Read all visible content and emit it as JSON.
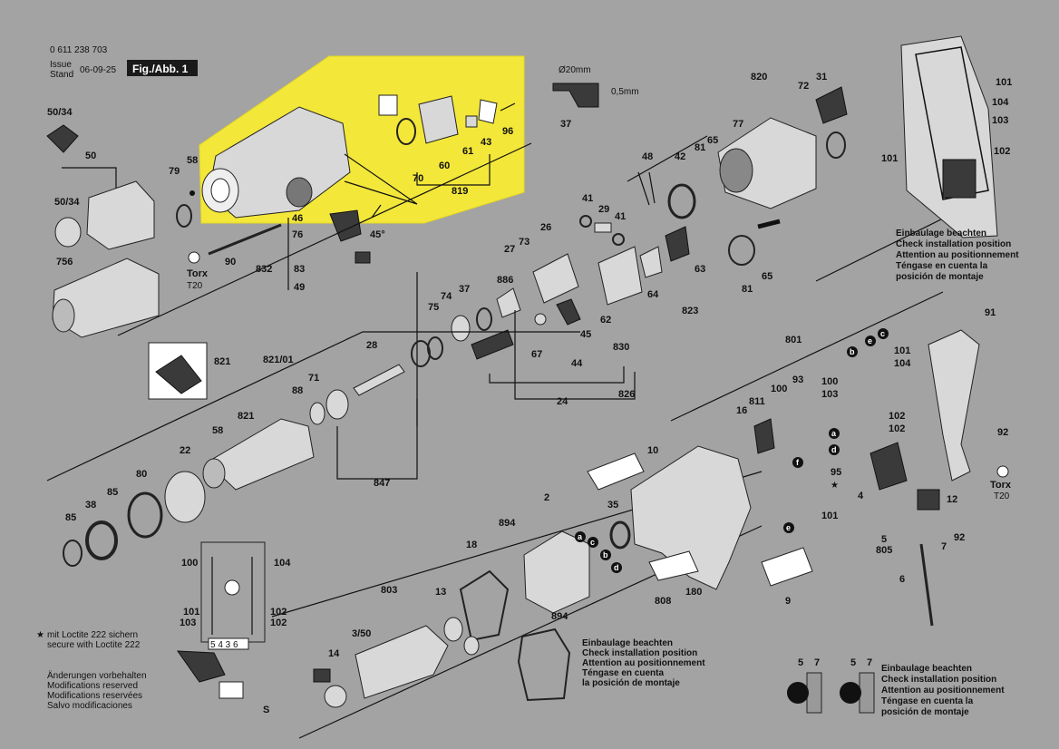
{
  "header": {
    "part_number": "0 611 238 703",
    "issue_label": "Issue",
    "stand_label": "Stand",
    "date": "06-09-25",
    "figure_label": "Fig./Abb. 1"
  },
  "footnotes": {
    "loctite_de": "mit Loctite 222 sichern",
    "loctite_en": "secure with Loctite 222",
    "changes": [
      "Änderungen vorbehalten",
      "Modifications reserved",
      "Modifications reservées",
      "Salvo modificaciones"
    ]
  },
  "install_note": [
    "Einbaulage beachten",
    "Check installation position",
    "Attention au positionnement",
    "Téngase en cuenta",
    "la posición de montaje"
  ],
  "install_note_b": [
    "Einbaulage beachten",
    "Check installation position",
    "Attention au positionnement",
    "Téngase en cuenta la",
    "posición de montaje"
  ],
  "dims": {
    "diameter": "Ø20mm",
    "thickness": "0,5mm"
  },
  "torx": {
    "label": "Torx",
    "size": "T20"
  },
  "angle": "45°",
  "callouts": {
    "c50_34a": "50/34",
    "c50": "50",
    "c50_34b": "50/34",
    "c756": "756",
    "c79": "79",
    "c58a": "58",
    "c90": "90",
    "c46": "46",
    "c76": "76",
    "c832": "832",
    "c83": "83",
    "c49": "49",
    "c70": "70",
    "c60": "60",
    "c61": "61",
    "c43": "43",
    "c96": "96",
    "c819": "819",
    "c37": "37",
    "c820": "820",
    "c31": "31",
    "c72": "72",
    "c77": "77",
    "c81a": "81",
    "c65a": "65",
    "c42": "42",
    "c48": "48",
    "c41a": "41",
    "c29": "29",
    "c41b": "41",
    "c27": "27",
    "c73": "73",
    "c26": "26",
    "c886": "886",
    "c37b": "37",
    "c74": "74",
    "c75": "75",
    "c63": "63",
    "c64": "64",
    "c81b": "81",
    "c65b": "65",
    "c823": "823",
    "c62": "62",
    "c45": "45",
    "c830": "830",
    "c67": "67",
    "c44": "44",
    "c24": "24",
    "c826": "826",
    "c821": "821",
    "c821_01": "821/01",
    "c28": "28",
    "c71": "71",
    "c88": "88",
    "c821b": "821",
    "c58b": "58",
    "c22": "22",
    "c847": "847",
    "c80": "80",
    "c85a": "85",
    "c38": "38",
    "c85b": "85",
    "c100a": "100",
    "c104a": "104",
    "c101a": "101",
    "c103a": "103",
    "c102a": "102",
    "c102b": "102",
    "c101top": "101",
    "c104top": "104",
    "c103top": "103",
    "c102top": "102",
    "c101left": "101",
    "c801": "801",
    "c91": "91",
    "c101c": "101",
    "c104c": "104",
    "c100c": "100",
    "c103c": "103",
    "c811": "811",
    "c100d": "100",
    "c93": "93",
    "c16": "16",
    "c102c": "102",
    "c102d": "102",
    "c92a": "92",
    "c10": "10",
    "c95": "95",
    "c4": "4",
    "c12": "12",
    "c101d": "101",
    "c5": "5",
    "c805": "805",
    "c7": "7",
    "c92b": "92",
    "c6": "6",
    "c35": "35",
    "c2": "2",
    "c894a": "894",
    "c18": "18",
    "c803": "803",
    "c13": "13",
    "c894b": "894",
    "c3_50": "3/50",
    "c14": "14",
    "c808": "808",
    "c180": "180",
    "c9": "9",
    "c5b": "5",
    "c7b": "7",
    "c5c": "5",
    "c7c": "7"
  },
  "wiring_labels": {
    "s": "S",
    "terms": "5 4 3 6"
  },
  "letters": [
    "a",
    "b",
    "c",
    "d",
    "e",
    "f"
  ],
  "colors": {
    "background": "#a3a3a3",
    "highlight": "#f3e73a",
    "ink": "#111111"
  }
}
